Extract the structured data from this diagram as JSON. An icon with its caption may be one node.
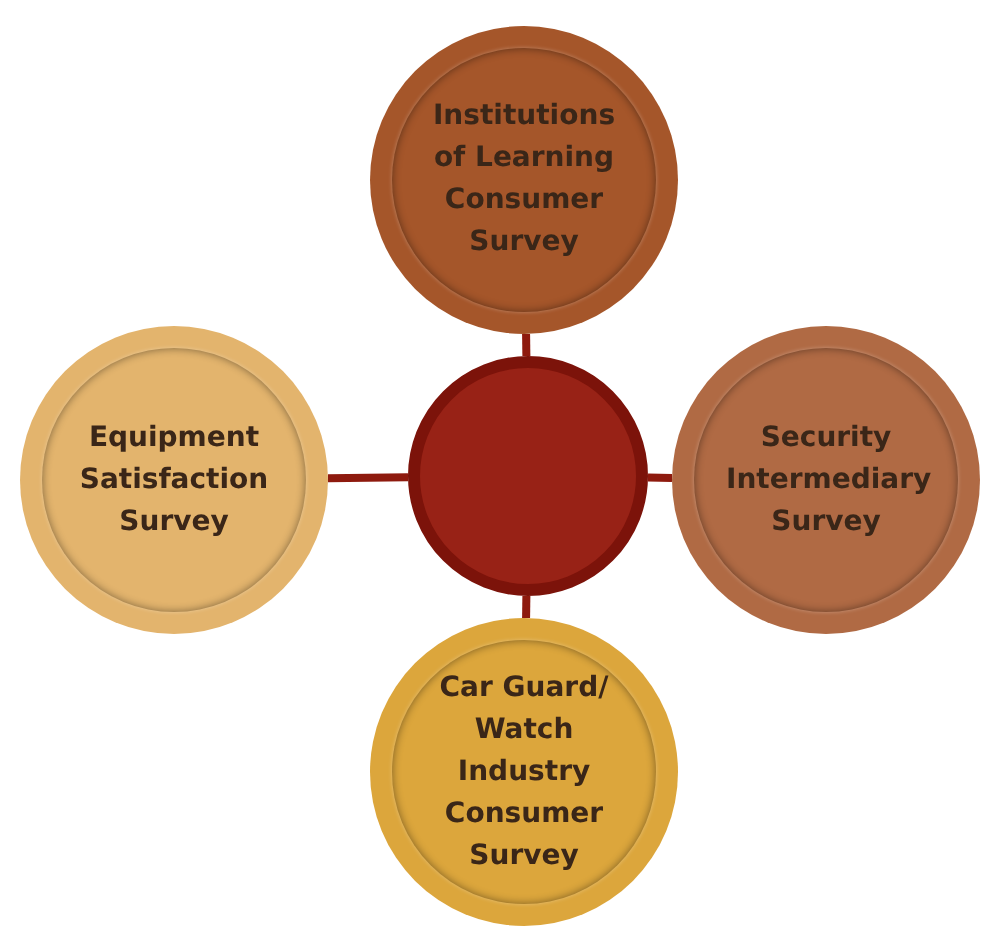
{
  "diagram": {
    "nodes": [
      {
        "text": [
          "Institutions of Learning Consumer Survey"
        ]
      },
      {
        "text": [
          "Equipment Satisfaction Survey"
        ]
      },
      {
        "text": [],
        "shape": "circle"
      },
      {
        "text": [
          "Security Intermediary Survey"
        ]
      },
      {
        "text": [
          "Car Guard/ Watch Industry Consumer Survey"
        ]
      }
    ],
    "edges": [
      {
        "from": 2,
        "to": 0,
        "arrow": "none"
      },
      {
        "from": 2,
        "to": 1,
        "arrow": "none"
      },
      {
        "from": 2,
        "to": 3,
        "arrow": "none"
      },
      {
        "from": 2,
        "to": 4,
        "arrow": "none"
      }
    ]
  }
}
